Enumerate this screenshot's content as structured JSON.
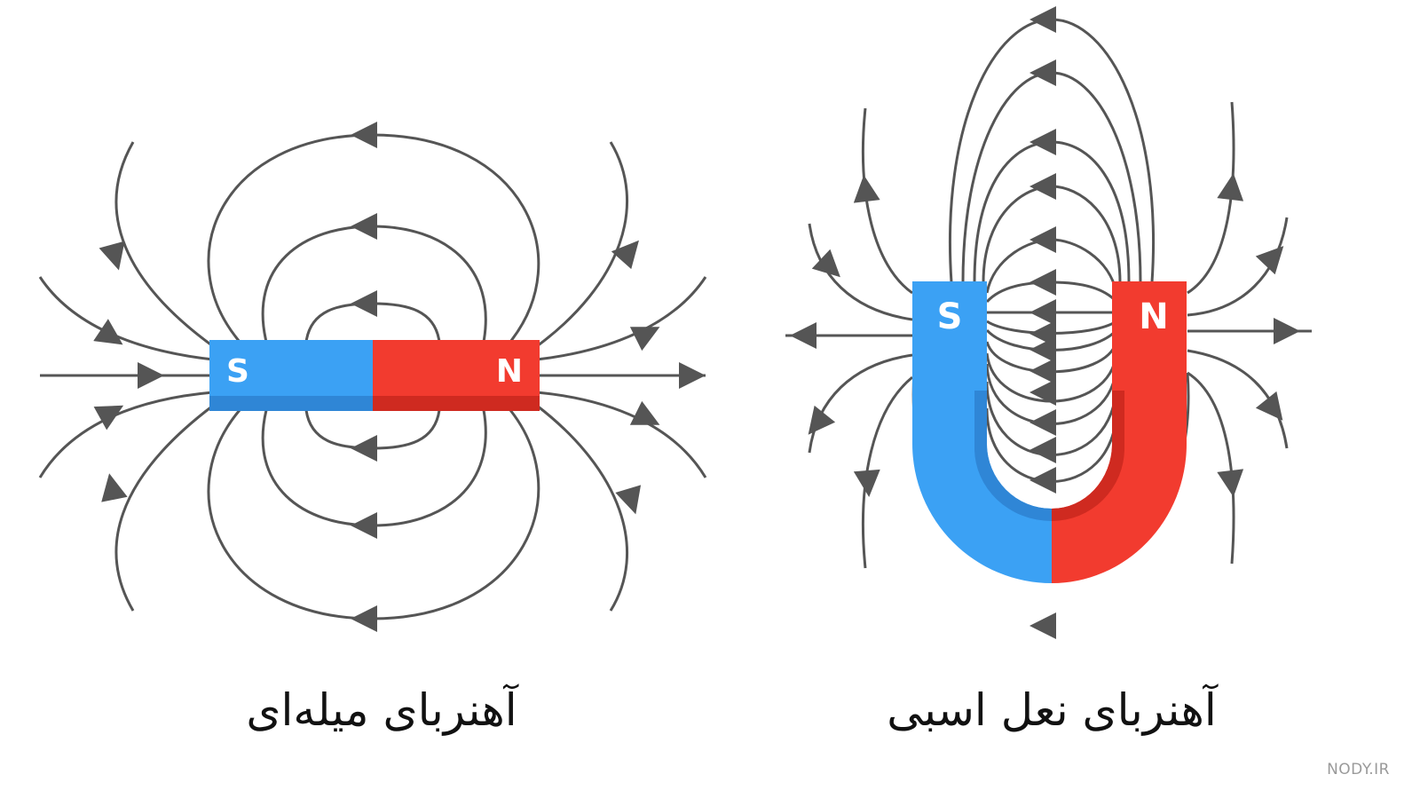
{
  "bar_magnet": {
    "caption": "آهنربای میله‌ای",
    "south_label": "S",
    "north_label": "N"
  },
  "horseshoe_magnet": {
    "caption": "آهنربای نعل اسبی",
    "south_label": "S",
    "north_label": "N"
  },
  "watermark": "NODY.IR",
  "colors": {
    "south_pole": "#3ba1f4",
    "north_pole": "#f23b2f",
    "field_lines": "#555555"
  }
}
